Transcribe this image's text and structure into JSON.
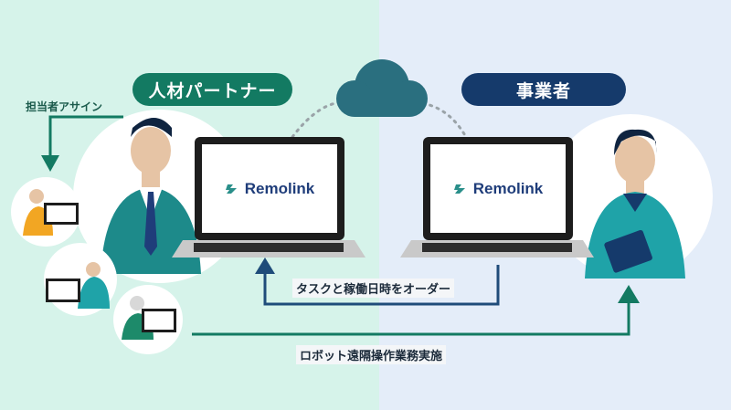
{
  "labels": {
    "partner": "人材パートナー",
    "business": "事業者",
    "assign": "担当者アサイン",
    "order": "タスクと稼働日時をオーダー",
    "robot": "ロボット遠隔操作業務実施"
  },
  "laptop_left": {
    "logo_text": "Remolink"
  },
  "laptop_right": {
    "logo_text": "Remolink"
  },
  "colors": {
    "green_panel": "#d6f3ea",
    "blue_panel": "#e4edf9",
    "partner_pill": "#137a62",
    "business_pill": "#153a6b",
    "green_arrow": "#137a62",
    "blue_arrow": "#1f4c7a",
    "cloud": "#2a6f7f"
  },
  "icons": [
    "cloud-icon",
    "remolink-logo-icon",
    "person-partner-icon",
    "person-business-icon",
    "small-worker-icon"
  ]
}
